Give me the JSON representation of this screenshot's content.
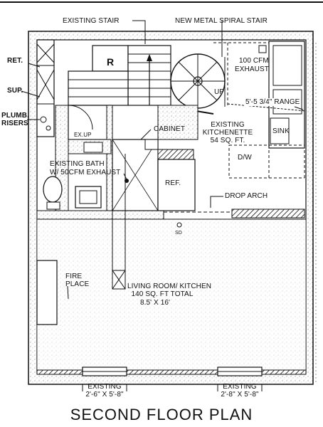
{
  "title": "SECOND  FLOOR PLAN",
  "labels": {
    "existing_stair": "EXISTING STAIR",
    "new_metal_spiral_stair": "NEW METAL SPIRAL STAIR",
    "ret": "RET.",
    "sup": "SUP.",
    "plumb_risers_1": "PLUMB.",
    "plumb_risers_2": "RISERS",
    "stair_r": "R",
    "exhaust_100_1": "100 CFM",
    "exhaust_100_2": "EXHAUST",
    "up": "UP",
    "range": "5'-5 3/4\" RANGE",
    "ex_up": "EX.UP",
    "cabinet": "CABINET",
    "kitchenette_1": "EXISTING",
    "kitchenette_2": "KITCHENETTE",
    "kitchenette_3": "54 SQ. FT.",
    "sink": "SINK",
    "dw": "D/W",
    "bath_1": "EXISTING  BATH",
    "bath_2": "W/ 50CFM EXHAUST",
    "ref": "REF.",
    "drop_arch": "DROP ARCH",
    "sd": "SD",
    "fireplace_1": "FIRE",
    "fireplace_2": "PLACE",
    "living_1": "LIVING ROOM/ KITCHEN",
    "living_2": "140 SQ. FT TOTAL",
    "living_3": "8.5' X 16'",
    "window_left_1": "EXISTING",
    "window_left_2": "2'-6\" X 5'-8\"",
    "window_right_1": "EXISTING",
    "window_right_2": "2'-8\" X 5'-8\""
  },
  "colors": {
    "line": "#111111",
    "wall_fill": "#d9d9d9",
    "background": "#ffffff"
  }
}
